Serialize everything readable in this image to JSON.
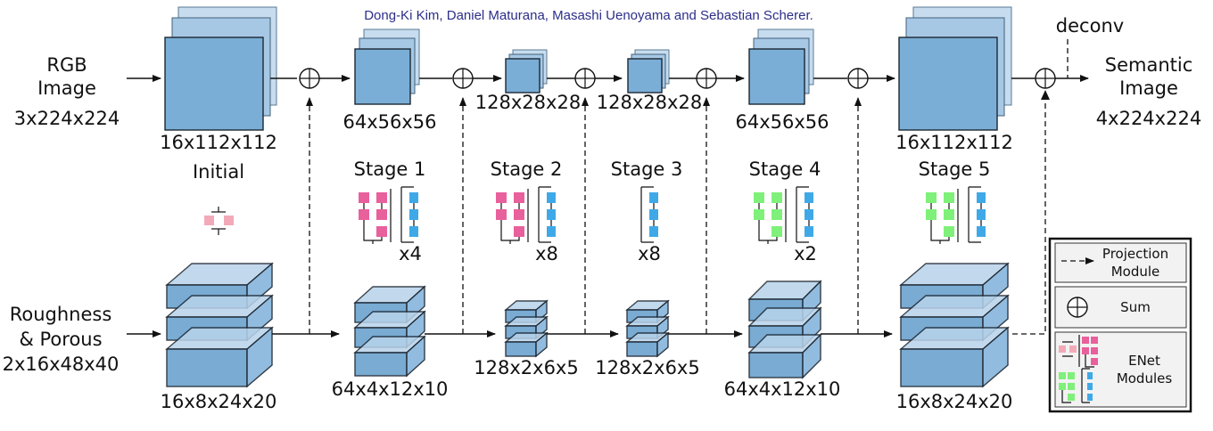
{
  "authors": "Dong-Ki Kim, Daniel Maturana, Masashi Uenoyama and Sebastian Scherer.",
  "inputs": {
    "rgb": {
      "line1": "RGB",
      "line2": "Image",
      "dims": "3x224x224"
    },
    "rough": {
      "line1": "Roughness",
      "line2": "& Porous",
      "dims": "2x16x48x40"
    }
  },
  "output": {
    "line1": "Semantic",
    "line2": "Image",
    "dims": "4x224x224"
  },
  "deconv_label": "deconv",
  "top_dims": [
    "16x112x112",
    "64x56x56",
    "128x28x28",
    "128x28x28",
    "64x56x56",
    "16x112x112"
  ],
  "bottom_dims": [
    "16x8x24x20",
    "64x4x12x10",
    "128x2x6x5",
    "128x2x6x5",
    "64x4x12x10",
    "16x8x24x20"
  ],
  "stages": [
    "Initial",
    "Stage 1",
    "Stage 2",
    "Stage 3",
    "Stage 4",
    "Stage 5"
  ],
  "repeats": [
    "x4",
    "x8",
    "x8",
    "x2"
  ],
  "legend": {
    "projection_line1": "Projection",
    "projection_line2": "Module",
    "sum": "Sum",
    "enet_line1": "ENet",
    "enet_line2": "Modules"
  },
  "colors": {
    "pink": "#e8609c",
    "light_pink": "#f2aab8",
    "blue": "#3fa9e8",
    "green": "#7ff07a",
    "cube": "#7aaed6",
    "authors": "#2c2e8a"
  }
}
